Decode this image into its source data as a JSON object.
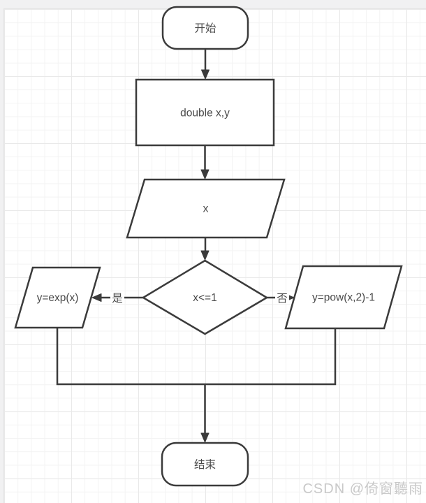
{
  "theme": {
    "page_bg": "#f1f1f2",
    "canvas_bg": "#ffffff",
    "grid_minor": "#f3f3f3",
    "grid_major": "#e9e9e9",
    "stroke": "#3b3b3b",
    "label_color": "#4a4a4a",
    "watermark_color": "#c9c9c9"
  },
  "flowchart": {
    "nodes": {
      "start": {
        "label": "开始",
        "shape": "terminator"
      },
      "declare": {
        "label": "double x,y",
        "shape": "process"
      },
      "input_x": {
        "label": "x",
        "shape": "data"
      },
      "decision": {
        "label": "x<=1",
        "shape": "decision"
      },
      "yes_branch": {
        "label": "y=exp(x)",
        "shape": "data"
      },
      "no_branch": {
        "label": "y=pow(x,2)-1",
        "shape": "data"
      },
      "end": {
        "label": "结束",
        "shape": "terminator"
      }
    },
    "edges": {
      "yes": {
        "label": "是"
      },
      "no": {
        "label": "否"
      }
    }
  },
  "watermark": {
    "text": "CSDN @倚窗聽雨"
  }
}
